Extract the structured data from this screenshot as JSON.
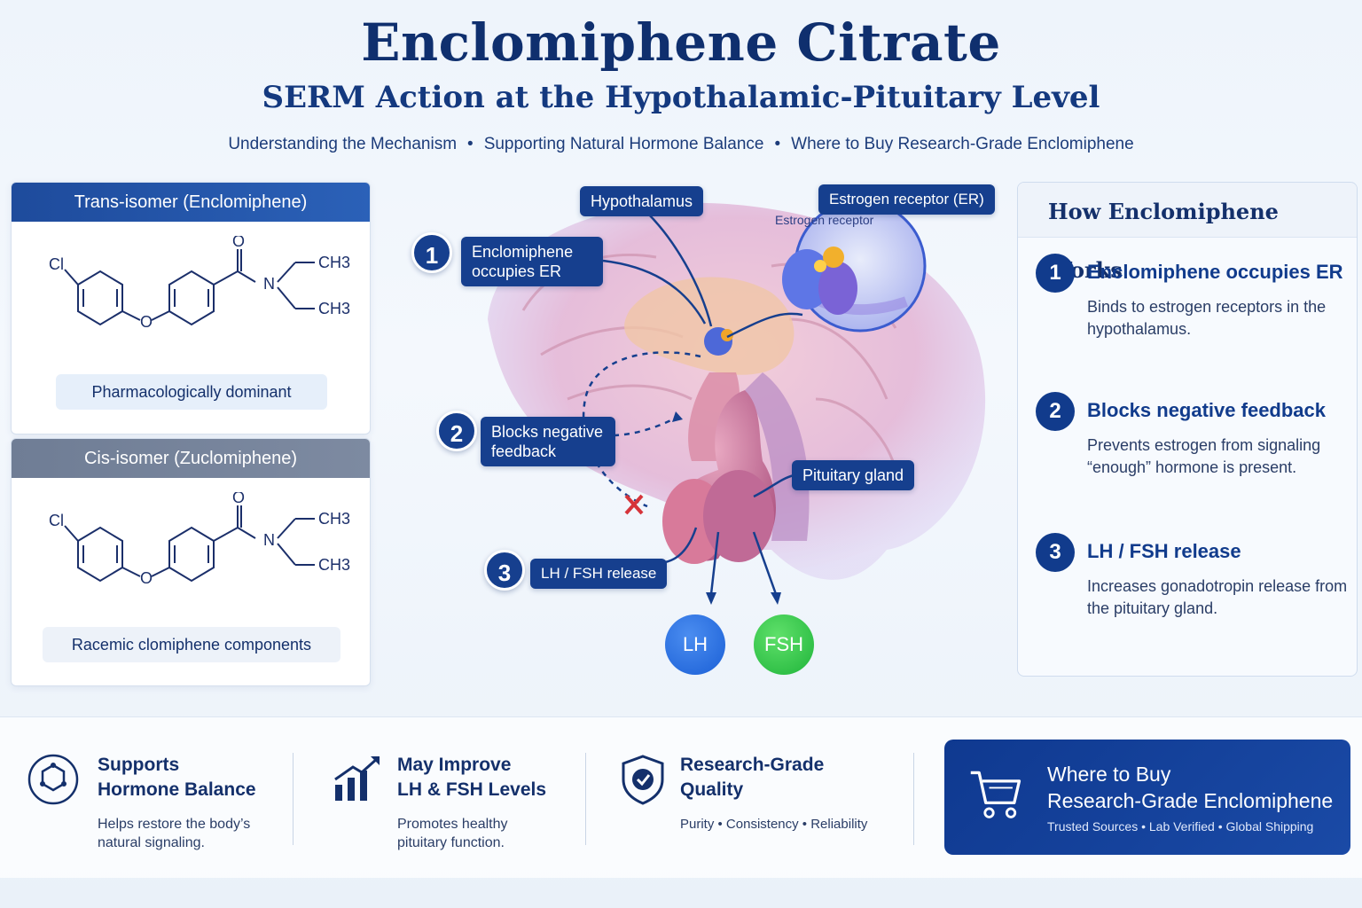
{
  "header": {
    "title": "Enclomiphene Citrate",
    "subtitle": "SERM Action at the Hypothalamic-Pituitary Level",
    "tagline": [
      "Understanding the Mechanism",
      "Supporting Natural Hormone Balance",
      "Where to Buy Research-Grade Enclomiphene"
    ],
    "separator": "•"
  },
  "isomers": {
    "trans": {
      "title": "Trans-isomer (Enclomiphene)",
      "note": "Pharmacologically dominant"
    },
    "cis": {
      "title": "Cis-isomer (Zuclomiphene)",
      "note": "Racemic clomiphene components"
    },
    "molecule_labels": {
      "cl": "Cl",
      "o": "O",
      "o_carbonyl": "O",
      "n": "N",
      "ch3_top": "CH3",
      "ch3_bottom": "CH3"
    }
  },
  "diagram": {
    "callouts": {
      "hypothalamus": "Hypothalamus",
      "er": "Estrogen receptor (ER)",
      "step1": "Enclomiphene occupies ER",
      "step2": "Blocks negative feedback",
      "pituitary": "Pituitary gland",
      "step3": "LH / FSH release"
    },
    "inset_text": "Estrogen receptor",
    "hormones": {
      "lh": "LH",
      "fsh": "FSH"
    },
    "step_numbers": [
      "1",
      "2",
      "3"
    ]
  },
  "how_it_works": {
    "title": "How Enclomiphene Works",
    "steps": [
      {
        "num": "1",
        "title": "Enclomiphene occupies ER",
        "desc": "Binds to estrogen receptors in the hypothalamus."
      },
      {
        "num": "2",
        "title": "Blocks negative feedback",
        "desc": "Prevents estrogen from signaling “enough” hormone is present."
      },
      {
        "num": "3",
        "title": "LH / FSH release",
        "desc": "Increases gonadotropin release from the pituitary gland."
      }
    ]
  },
  "features": [
    {
      "title_1": "Supports",
      "title_2": "Hormone Balance",
      "desc": "Helps restore the body’s natural signaling.",
      "icon": "molecule-icon"
    },
    {
      "title_1": "May Improve",
      "title_2": "LH & FSH Levels",
      "desc": "Promotes healthy pituitary function.",
      "icon": "growth-chart-icon"
    },
    {
      "title_1": "Research-Grade",
      "title_2": "Quality",
      "desc": "Purity • Consistency • Reliability",
      "icon": "shield-check-icon"
    }
  ],
  "buy": {
    "title_1": "Where to Buy",
    "title_2": "Research-Grade Enclomiphene",
    "sub": "Trusted Sources • Lab Verified • Global Shipping",
    "icon": "shopping-cart-icon"
  },
  "colors": {
    "navy": "#163f8e",
    "lh": "#1a5fd6",
    "fsh": "#1fb43a",
    "block": "#d6343a"
  }
}
